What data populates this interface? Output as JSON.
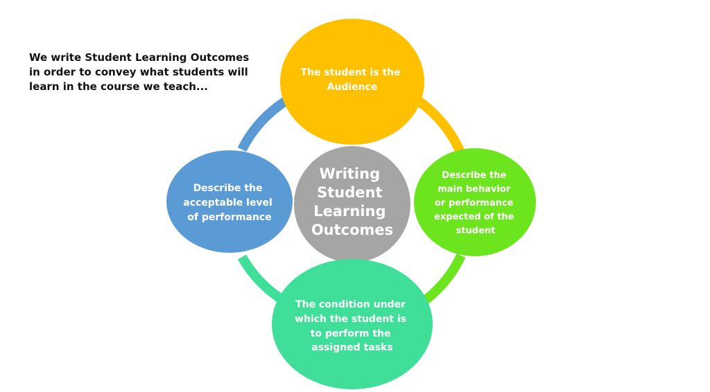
{
  "intro": {
    "lines": [
      "We write Student Learning Outcomes",
      "in order to convey what students will",
      "learn in the course we teach..."
    ]
  },
  "center": {
    "lines": [
      "Writing",
      "Student",
      "Learning",
      "Outcomes"
    ],
    "color": "#a5a5a5"
  },
  "nodes": {
    "top": {
      "lines": [
        "The student is the",
        "Audience"
      ],
      "color": "#ffc000"
    },
    "right": {
      "lines": [
        "Describe the",
        "main behavior",
        "or performance",
        "expected of the",
        "student"
      ],
      "color": "#6de51e"
    },
    "bottom": {
      "lines": [
        "The condition under",
        "which the student is",
        "to perform the",
        "assigned tasks"
      ],
      "color": "#3fdf9a"
    },
    "left": {
      "lines": [
        "Describe the",
        "acceptable level",
        "of performance"
      ],
      "color": "#5b9bd5"
    }
  },
  "arcs": {
    "top_right": "#ffc000",
    "right_bottom": "#6de51e",
    "bottom_left": "#3fdf9a",
    "left_top": "#5b9bd5"
  }
}
